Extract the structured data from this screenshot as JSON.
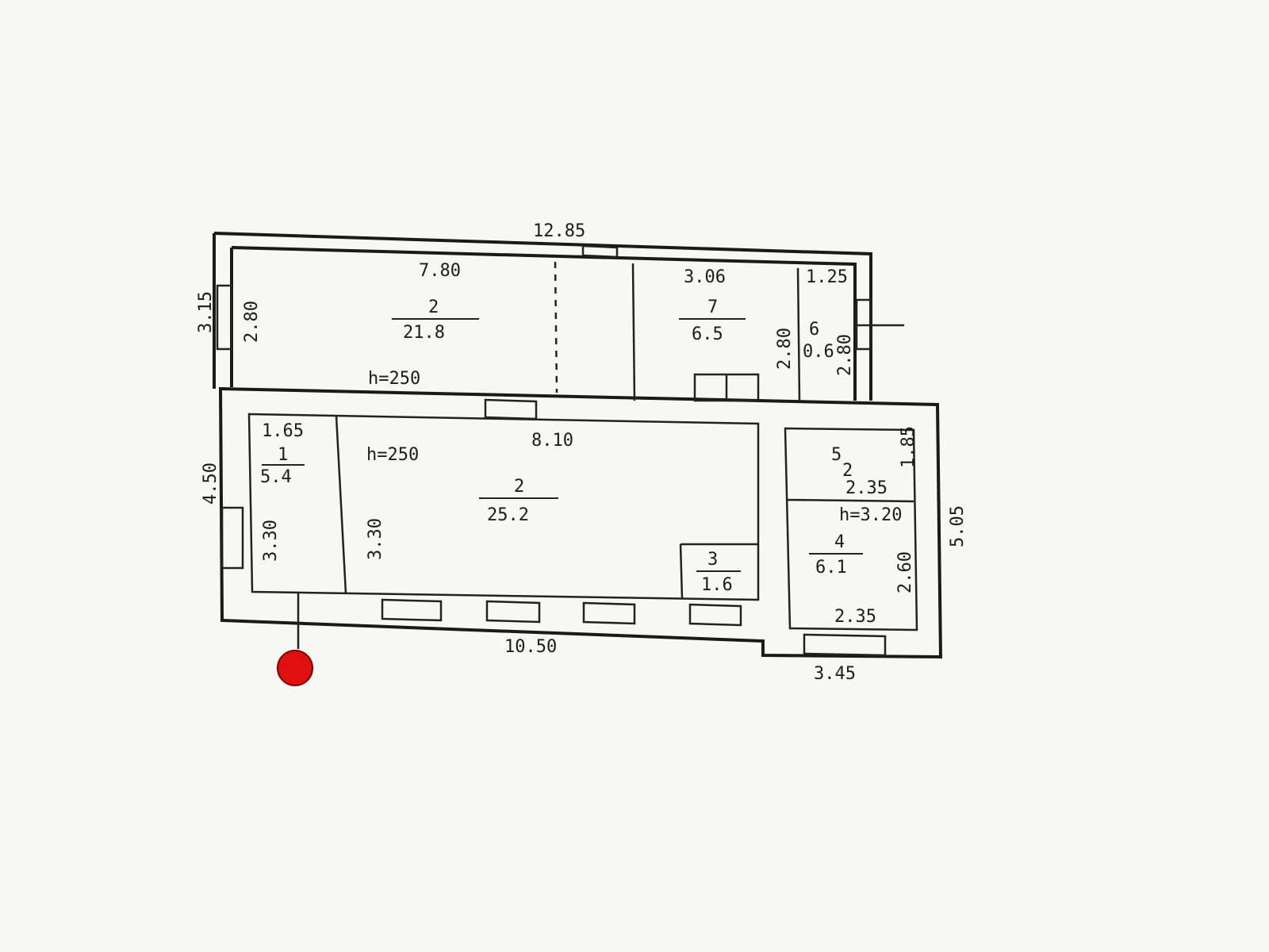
{
  "plan": {
    "top_width": "12.85",
    "left_top_height": "3.15",
    "bottom_width": "10.50",
    "left_bottom_height": "4.50",
    "right_height": "5.05",
    "right_bottom_width": "3.45",
    "rooms": [
      {
        "number": "2",
        "area": "21.8",
        "width": "7.80",
        "depth": "2.80",
        "height": "h=250"
      },
      {
        "number": "7",
        "area": "6.5",
        "width": "3.06",
        "depth": "2.80"
      },
      {
        "number": "6",
        "area": "0.6",
        "width": "1.25",
        "depth": "2.80"
      },
      {
        "number": "1",
        "area": "5.4",
        "width": "1.65",
        "depth": "3.30"
      },
      {
        "number": "2",
        "area": "25.2",
        "width": "8.10",
        "depth": "3.30",
        "height": "h=250"
      },
      {
        "number": "3",
        "area": "1.6"
      },
      {
        "number": "5",
        "area": "2",
        "width": "2.35",
        "depth": "1.85"
      },
      {
        "number": "4",
        "area": "6.1",
        "width": "2.35",
        "depth": "2.60",
        "height": "h=3.20"
      }
    ],
    "marker_color": "#e01010"
  }
}
